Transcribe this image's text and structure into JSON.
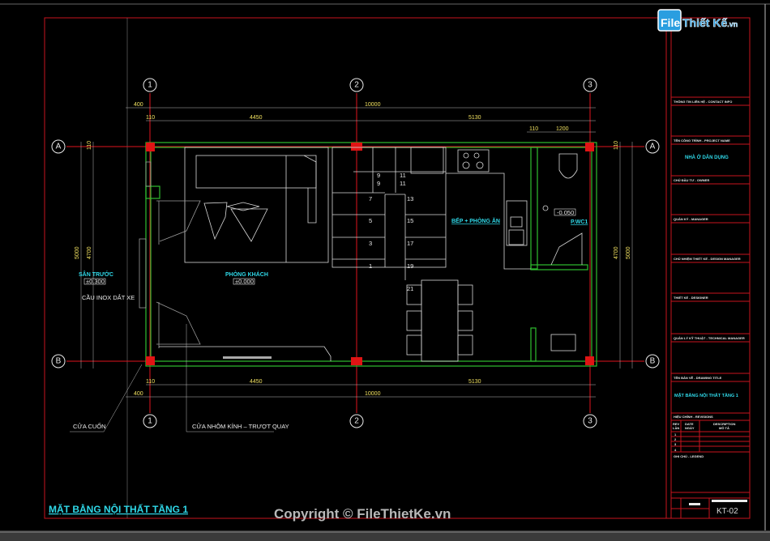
{
  "watermark": {
    "logo": "File Thiết Kế.vn",
    "copyright": "Copyright © FileThietKe.vn"
  },
  "colors": {
    "background": "#000000",
    "frame": "#c8141e",
    "walls": "#2fbf2f",
    "columns": "#e01414",
    "labels": "#2fd8e8",
    "dimensions": "#f0e060"
  },
  "grid": {
    "columns": [
      "1",
      "2",
      "3"
    ],
    "rows": [
      "A",
      "B"
    ]
  },
  "dimensions": {
    "top_overall": {
      "offset": "400",
      "total": "10000"
    },
    "top_spans": {
      "wall": "110",
      "span1": "4450",
      "span2": "5130"
    },
    "top_wc": {
      "wall": "110",
      "width": "1200"
    },
    "bottom_spans": {
      "wall": "110",
      "span1": "4450",
      "span2": "5130"
    },
    "bottom_overall": {
      "offset": "400",
      "total": "10000"
    },
    "left": {
      "outer": "5000",
      "inner": "4700",
      "wall": "110"
    },
    "right": {
      "inner": "4700",
      "outer": "5000",
      "wall": "110"
    }
  },
  "rooms": {
    "front_yard": {
      "name": "SÂN TRƯỚC",
      "level": "±0.300"
    },
    "living": {
      "name": "PHÒNG KHÁCH",
      "level": "±0.000"
    },
    "kitchen": {
      "name": "BẾP + PHÒNG ĂN"
    },
    "wc": {
      "name": "P.WC1",
      "level": "-0.050"
    }
  },
  "stair_steps": [
    "9",
    "9",
    "11",
    "11",
    "7",
    "13",
    "5",
    "15",
    "3",
    "17",
    "1",
    "19",
    "21"
  ],
  "annotations": {
    "ramp": "CẦU INOX DẮT XE",
    "rolling_door": "CỬA CUỐN",
    "glass_door": "CỬA NHÔM KÍNH – TRƯỢT QUAY"
  },
  "drawing_title": "MẶT BẰNG NỘI THẤT TẦNG 1",
  "title_block": {
    "contact": "THÔNG TIN LIÊN HỆ - CONTACT INFO",
    "project_label": "TÊN CÔNG TRÌNH - PROJECT NAME",
    "project_name": "NHÀ Ở DÂN DỤNG",
    "owner": "CHỦ ĐẦU TƯ - OWNER",
    "manager": "QUẢN KÝ - MANAGER",
    "design_manager": "CHỦ NHIỆM THIẾT KẾ - DESIGN MANAGER",
    "designer": "THIẾT KẾ - DESIGNER",
    "technical_manager": "QUẢN LÝ KỸ THUẬT - TECHNICAL MANAGER",
    "drawing_label": "TÊN BẢN VẼ - DRAWING TITLE",
    "drawing_name": "MẶT BẰNG NỘI THẤT TẦNG 1",
    "revisions": "HIỆU CHỈNH - REVISIONS",
    "rev_header": [
      "REV",
      "LẦN"
    ],
    "date_header": [
      "DATE",
      "NGÀY"
    ],
    "desc_header": [
      "DESCRIPTION",
      "MÔ TẢ"
    ],
    "rev_rows": [
      "1",
      "2",
      "3",
      "4"
    ],
    "legend": "GHI CHÚ - LEGEND",
    "sheet": "KT-02"
  }
}
